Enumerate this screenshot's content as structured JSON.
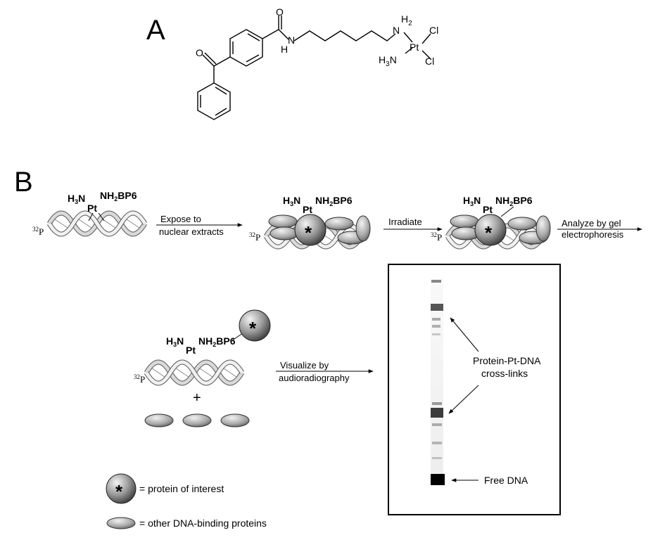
{
  "panel_a": {
    "letter": "A",
    "atoms": {
      "o_top": "O",
      "o_left": "O",
      "nh_line1": "N",
      "nh_line2": "H",
      "pt_n_top": "N",
      "pt_h2": "H",
      "pt_h2_sub": "2",
      "pt": "Pt",
      "cl_top": "Cl",
      "cl_bottom": "Cl",
      "h3n_h": "H",
      "h3n_sub": "3",
      "h3n_n": "N"
    }
  },
  "panel_b": {
    "letter": "B",
    "complex": {
      "h3n_h": "H",
      "h3n_sub": "3",
      "h3n_n": "N",
      "nh2_nh": "NH",
      "nh2_sub": "2",
      "nh2_bp6": "BP6",
      "pt": "Pt",
      "p32_sup": "32",
      "p32_p": "P"
    },
    "steps": {
      "step1_line1": "Expose to",
      "step1_line2": "nuclear extracts",
      "step2": "Irradiate",
      "step3_line1": "Analyze by gel",
      "step3_line2": "electrophoresis",
      "step4_line1": "Visualize by",
      "step4_line2": "audioradiography"
    },
    "protein_marker": "*",
    "plus": "+",
    "gel_labels": {
      "crosslinks_line1": "Protein-Pt-DNA",
      "crosslinks_line2": "cross-links",
      "free_dna": "Free DNA"
    },
    "legend": {
      "protein_of_interest": "= protein of interest",
      "other_proteins": "= other DNA-binding proteins"
    }
  }
}
